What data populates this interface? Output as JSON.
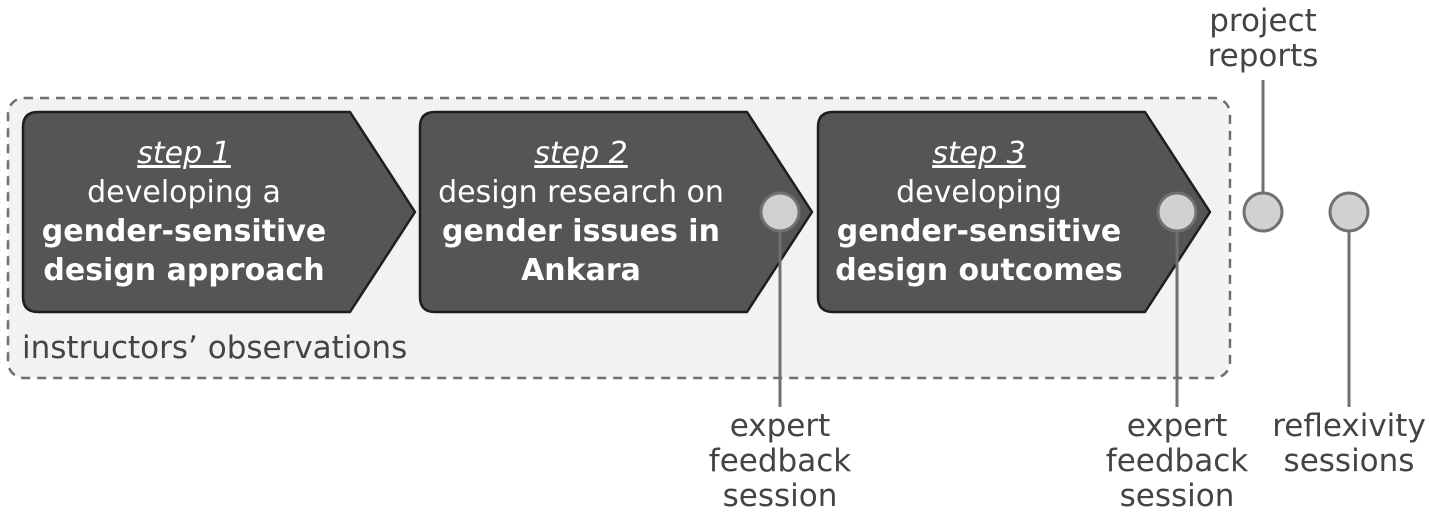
{
  "steps": [
    {
      "label": "step 1",
      "lines": [
        "developing a"
      ],
      "bold": [
        "gender-sensitive",
        "design approach"
      ]
    },
    {
      "label": "step 2",
      "lines": [
        "design research on"
      ],
      "bold": [
        "gender issues in",
        "Ankara"
      ]
    },
    {
      "label": "step 3",
      "lines": [
        "developing"
      ],
      "bold": [
        "gender-sensitive",
        "design outcomes"
      ]
    }
  ],
  "container_label": "instructors’ observations",
  "markers": {
    "expert_feedback_1": [
      "expert",
      "feedback",
      "session"
    ],
    "expert_feedback_2": [
      "expert",
      "feedback",
      "session"
    ],
    "project_reports": [
      "project",
      "reports"
    ],
    "reflexivity_sessions": [
      "reflexivity",
      "sessions"
    ]
  },
  "colors": {
    "step_fill": "#555557",
    "step_stroke": "#1e1e1e",
    "container_fill": "#f2f2f4",
    "container_border": "#6e6e6e",
    "marker_fill": "#d1d1d3",
    "marker_stroke": "#707070",
    "text": "#444444"
  }
}
